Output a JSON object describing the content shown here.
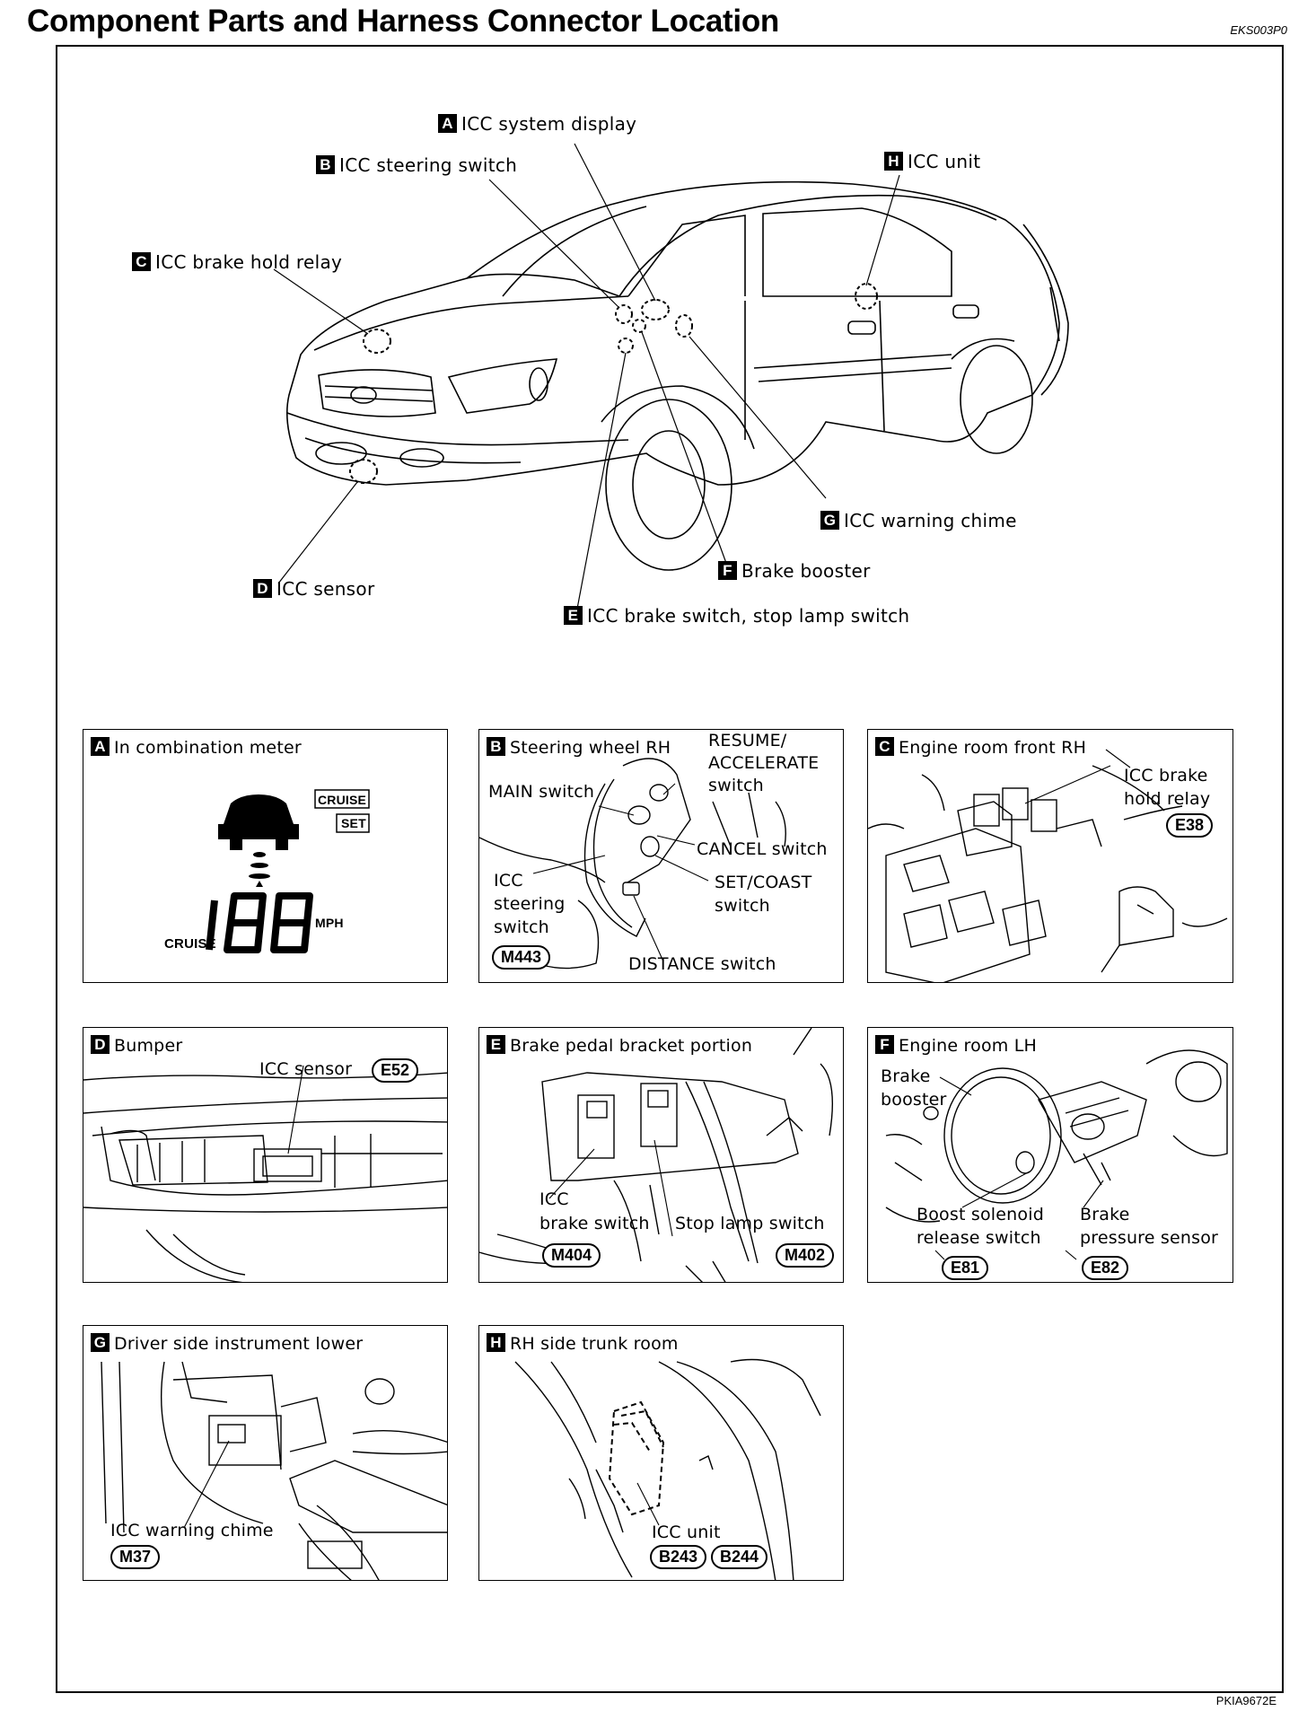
{
  "page": {
    "title": "Component Parts and Harness Connector Location",
    "code": "EKS003P0",
    "figure_id": "PKIA9672E"
  },
  "overview": {
    "labels": [
      {
        "letter": "A",
        "text": "ICC system display"
      },
      {
        "letter": "B",
        "text": "ICC steering switch"
      },
      {
        "letter": "H",
        "text": "ICC unit"
      },
      {
        "letter": "C",
        "text": "ICC brake hold relay"
      },
      {
        "letter": "G",
        "text": "ICC warning chime"
      },
      {
        "letter": "F",
        "text": "Brake booster"
      },
      {
        "letter": "D",
        "text": "ICC sensor"
      },
      {
        "letter": "E",
        "text": "ICC brake switch, stop lamp switch"
      }
    ]
  },
  "panels": {
    "A": {
      "letter": "A",
      "title": "In combination meter",
      "cruise_box": "CRUISE",
      "set_box": "SET",
      "digits": "188",
      "unit": "MPH",
      "cruise_label": "CRUISE"
    },
    "B": {
      "letter": "B",
      "title": "Steering wheel RH",
      "resume": "RESUME/",
      "accelerate": "ACCELERATE",
      "resume_switch": "switch",
      "main": "MAIN switch",
      "cancel": "CANCEL switch",
      "icc": "ICC",
      "steering": "steering",
      "switch": "switch",
      "setcoast": "SET/COAST",
      "setcoast_switch": "switch",
      "distance": "DISTANCE switch",
      "connector": "M443"
    },
    "C": {
      "letter": "C",
      "title": "Engine room front RH",
      "label1": "ICC brake",
      "label2": "hold relay",
      "connector": "E38"
    },
    "D": {
      "letter": "D",
      "title": "Bumper",
      "label": "ICC sensor",
      "connector": "E52"
    },
    "E": {
      "letter": "E",
      "title": "Brake pedal bracket portion",
      "icc": "ICC",
      "brake_switch": "brake switch",
      "stop_lamp": "Stop lamp switch",
      "connector1": "M404",
      "connector2": "M402"
    },
    "F": {
      "letter": "F",
      "title": "Engine room LH",
      "brake": "Brake",
      "booster": "booster",
      "boost1": "Boost solenoid",
      "boost2": "release switch",
      "press1": "Brake",
      "press2": "pressure sensor",
      "connector1": "E81",
      "connector2": "E82"
    },
    "G": {
      "letter": "G",
      "title": "Driver side instrument lower",
      "label": "ICC warning chime",
      "connector": "M37"
    },
    "H": {
      "letter": "H",
      "title": "RH side trunk room",
      "label": "ICC unit",
      "connector1": "B243",
      "connector2": "B244"
    }
  }
}
